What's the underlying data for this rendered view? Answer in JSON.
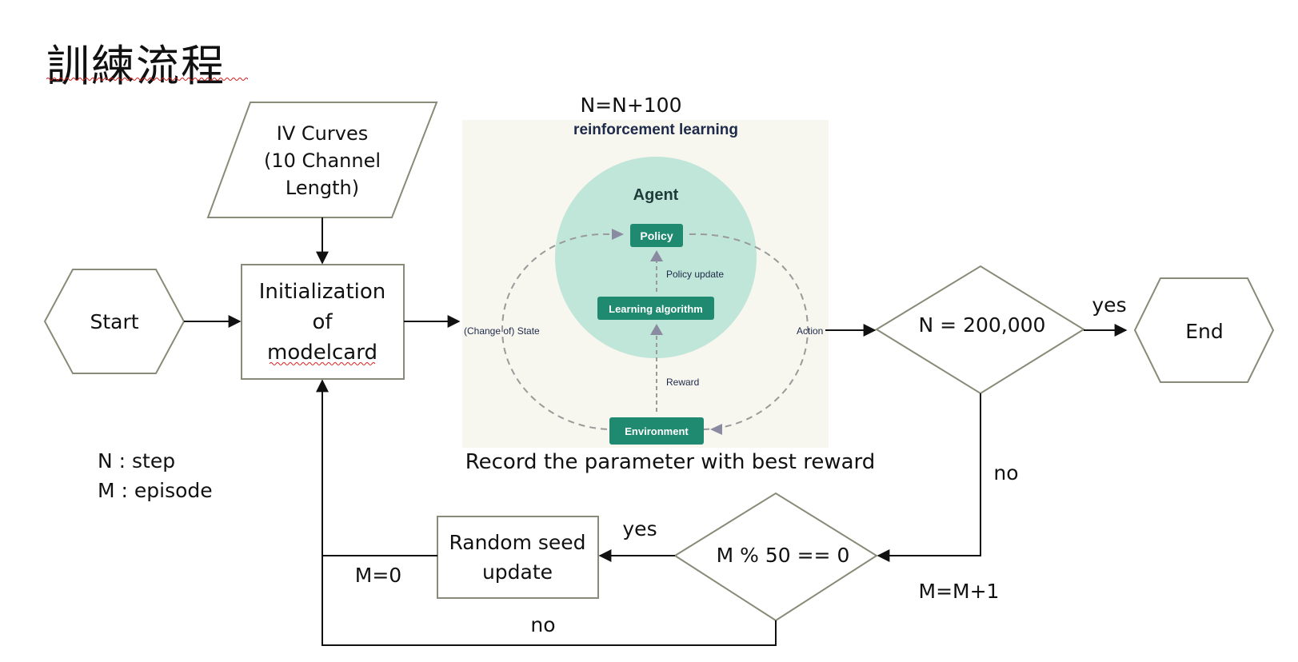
{
  "title": "訓練流程",
  "nodes": {
    "start": "Start",
    "input": [
      "IV Curves",
      "(10 Channel",
      "Length)"
    ],
    "init": [
      "Initialization",
      "of",
      "modelcard"
    ],
    "decision_n": "N = 200,000",
    "end": "End",
    "decision_m": "M % 50 == 0",
    "random_seed": [
      "Random seed",
      "update"
    ]
  },
  "rl": {
    "heading": "reinforcement learning",
    "agent": "Agent",
    "policy": "Policy",
    "policy_update": "Policy update",
    "learning_algorithm": "Learning algorithm",
    "reward": "Reward",
    "environment": "Environment",
    "state": "(Change of) State",
    "action": "Action"
  },
  "edge_labels": {
    "n_increment": "N=N+100",
    "record": "Record the parameter with best reward",
    "yes_end": "yes",
    "no_down": "no",
    "m_increment": "M=M+1",
    "yes_seed": "yes",
    "m_reset": "M=0",
    "no_loop": "no"
  },
  "legend": [
    "N : step",
    "M : episode"
  ],
  "colors": {
    "shape_border": "#8a8a78",
    "arrow": "#111111",
    "rl_panel": "#f7f6ef",
    "agent_circle": "#bfe6d8",
    "box_teal": "#1f8a70",
    "rl_text_dark": "#1e2a4a",
    "dashed": "#9a9a9a"
  }
}
